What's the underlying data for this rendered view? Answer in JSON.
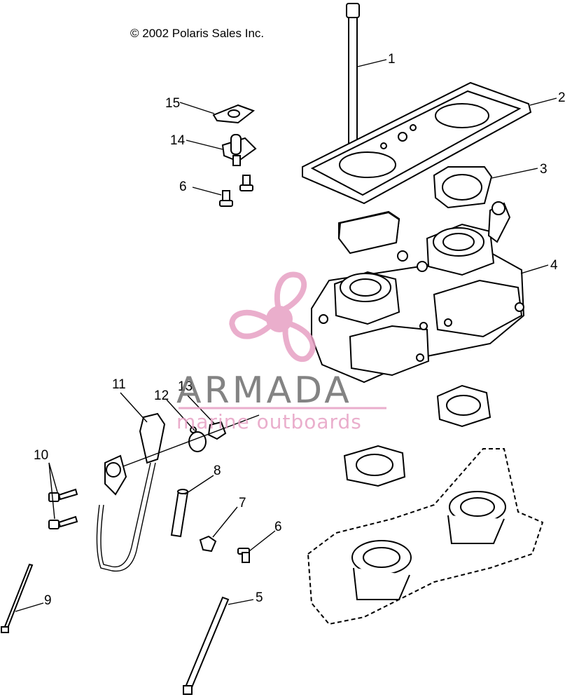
{
  "copyright": "© 2002 Polaris Sales Inc.",
  "callouts": [
    "1",
    "2",
    "3",
    "4",
    "5",
    "6",
    "6",
    "7",
    "8",
    "9",
    "10",
    "11",
    "12",
    "13",
    "14",
    "15"
  ],
  "watermark": {
    "title": "ARMADA",
    "subtitle": "marine outboards",
    "color_pink": "#e7a0c4",
    "color_dark": "#6e6e6e"
  }
}
